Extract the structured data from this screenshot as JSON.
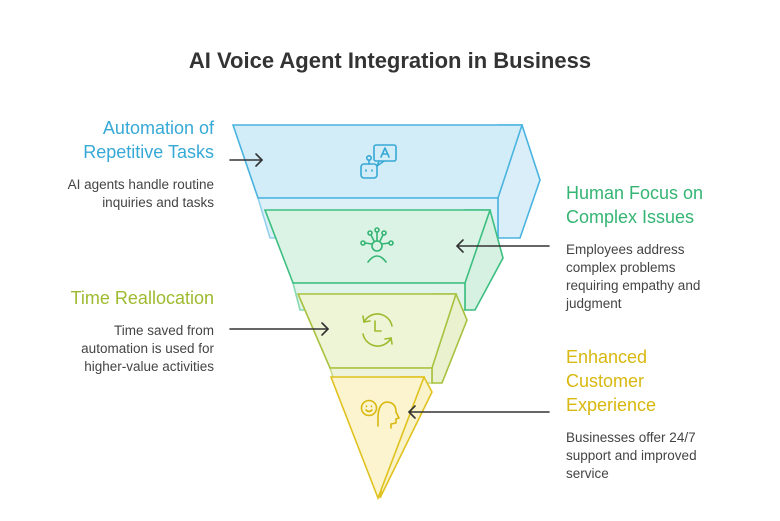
{
  "title": "AI Voice Agent Integration in Business",
  "colors": {
    "blue": "#4ab4e0",
    "green": "#3cbf80",
    "lime": "#a6c23e",
    "yellow": "#e0c21f",
    "text": "#444444"
  },
  "stages": [
    {
      "heading": [
        "Automation of",
        "Repetitive Tasks"
      ],
      "description": [
        "AI agents handle routine",
        "inquiries and tasks"
      ],
      "icon": "chatbot-robot-icon",
      "color": "#36a9d6"
    },
    {
      "heading": [
        "Human Focus on",
        "Complex Issues"
      ],
      "description": [
        "Employees address",
        "complex problems",
        "requiring empathy and",
        "judgment"
      ],
      "icon": "person-network-icon",
      "color": "#34b573"
    },
    {
      "heading": [
        "Time Reallocation"
      ],
      "description": [
        "Time saved from",
        "automation is used for",
        "higher-value activities"
      ],
      "icon": "clock-cycle-icon",
      "color": "#9dbb2f"
    },
    {
      "heading": [
        "Enhanced",
        "Customer",
        "Experience"
      ],
      "description": [
        "Businesses offer 24/7",
        "support and improved",
        "service"
      ],
      "icon": "happy-face-head-icon",
      "color": "#d8b80f"
    }
  ]
}
